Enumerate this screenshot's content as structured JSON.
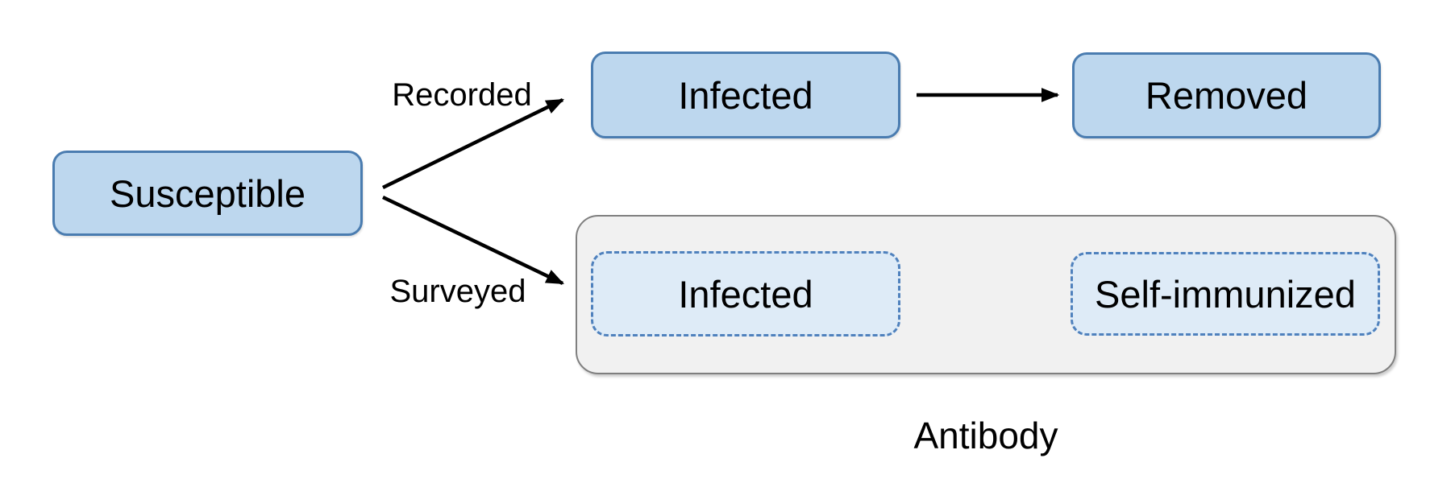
{
  "nodes": {
    "susceptible": {
      "label": "Susceptible"
    },
    "infected_recorded": {
      "label": "Infected"
    },
    "removed": {
      "label": "Removed"
    },
    "infected_surveyed": {
      "label": "Infected"
    },
    "self_immunized": {
      "label": "Self-immunized"
    }
  },
  "edges": {
    "recorded": {
      "label": "Recorded"
    },
    "surveyed": {
      "label": "Surveyed"
    }
  },
  "group": {
    "label": "Antibody"
  },
  "colors": {
    "background": "#FFFFFF",
    "node_fill": "#BDD7EE",
    "node_border": "#4A7CB0",
    "dashed_fill": "#DEEBF7",
    "dashed_border": "#4F81BD",
    "group_fill": "#F1F1F1",
    "group_border": "#7F7F7F",
    "arrow": "#000000",
    "text": "#000000"
  }
}
